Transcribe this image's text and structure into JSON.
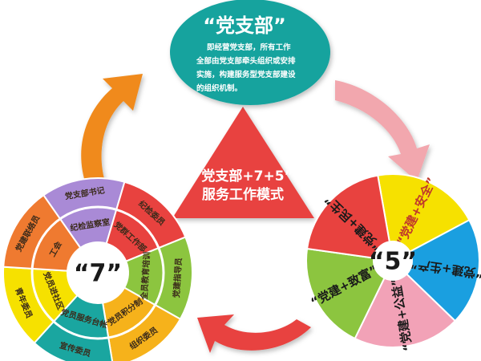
{
  "top": {
    "title": "“党支部”",
    "lines": [
      "即经营党支部，所有工作",
      "全部由党支部牵头组织或安排",
      "实施，构建服务型党支部建设",
      "的组织机制。"
    ]
  },
  "center": {
    "line1": "“党支部+7+5”",
    "line2": "服务工作模式"
  },
  "five": {
    "label": "“5”",
    "segments": [
      {
        "text": "“党建+安全”",
        "color": "#f6e100",
        "textColor": "#c0392b"
      },
      {
        "text": "“党建+生产”",
        "color": "#1a9fe0",
        "textColor": "#1a1a1a"
      },
      {
        "text": "“党建+公益”",
        "color": "#f2a2b7",
        "textColor": "#1a1a1a"
      },
      {
        "text": "“党建+致富”",
        "color": "#8cc53f",
        "textColor": "#1a1a1a"
      },
      {
        "text": "“党建+民生”",
        "color": "#e8423f",
        "textColor": "#1a1a1a"
      }
    ]
  },
  "seven": {
    "label": "“7”",
    "outer": [
      {
        "text": "党支部书记",
        "color": "#a98ad6"
      },
      {
        "text": "纪检委员",
        "color": "#e8423f"
      },
      {
        "text": "党建指导员",
        "color": "#8cc53f"
      },
      {
        "text": "组织委员",
        "color": "#f6b21b"
      },
      {
        "text": "宣传委员",
        "color": "#1aa6a0"
      },
      {
        "text": "青年委员",
        "color": "#f6e100"
      },
      {
        "text": "党建联络员",
        "color": "#ef7a30"
      }
    ],
    "inner": [
      {
        "text": "纪检监察室",
        "color": "#a98ad6"
      },
      {
        "text": "党群工作部",
        "color": "#e8423f"
      },
      {
        "text": "全员教育培训",
        "color": "#8cc53f"
      },
      {
        "text": "党员积分制",
        "color": "#f6b21b"
      },
      {
        "text": "党员服务台帐",
        "color": "#1aa6a0"
      },
      {
        "text": "党员进社区",
        "color": "#f6e100"
      },
      {
        "text": "工会",
        "color": "#ef7a30"
      }
    ]
  },
  "colors": {
    "topCircle": "#15a39e",
    "triangle": "#e8423f",
    "arrowOrange": "#f08a1c",
    "arrowPink": "#f2a7ae",
    "arrowRed": "#e8423f"
  }
}
